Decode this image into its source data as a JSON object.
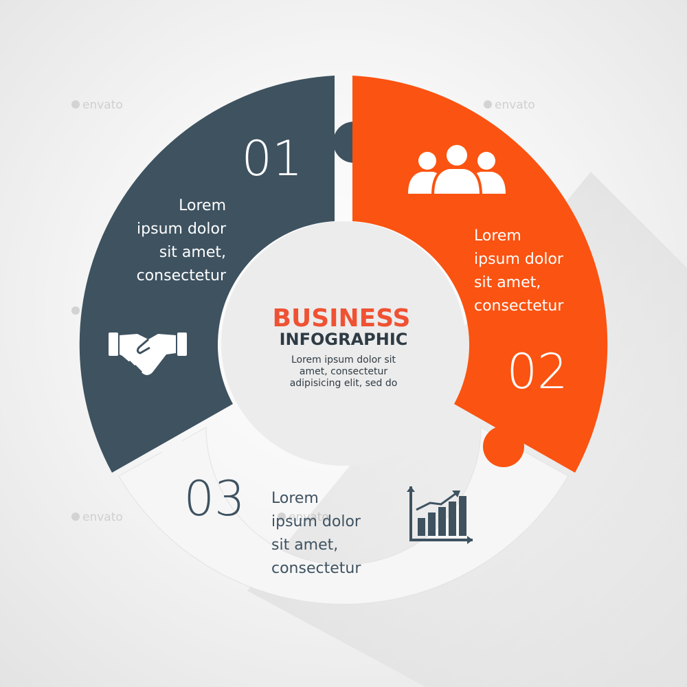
{
  "colors": {
    "segment_1": "#3e5260",
    "segment_2": "#fb5311",
    "segment_3": "#f6f6f6",
    "title_accent": "#ef5233",
    "title_dark": "#2f3b44",
    "shadow": "#d8d8d8"
  },
  "center": {
    "title_line_1": "BUSINESS",
    "title_line_2": "INFOGRAPHIC",
    "desc_line_1": "Lorem ipsum dolor sit",
    "desc_line_2": "amet, consectetur",
    "desc_line_3": "adipisicing elit, sed do"
  },
  "segments": [
    {
      "number": "01",
      "icon": "handshake-icon",
      "text_lines": [
        "Lorem",
        "ipsum dolor",
        "sit amet,",
        "consectetur"
      ]
    },
    {
      "number": "02",
      "icon": "people-icon",
      "text_lines": [
        "Lorem",
        "ipsum dolor",
        "sit amet,",
        "consectetur"
      ]
    },
    {
      "number": "03",
      "icon": "bar-chart-icon",
      "text_lines": [
        "Lorem",
        "ipsum dolor",
        "sit amet,",
        "consectetur"
      ]
    }
  ],
  "watermark": "envato"
}
